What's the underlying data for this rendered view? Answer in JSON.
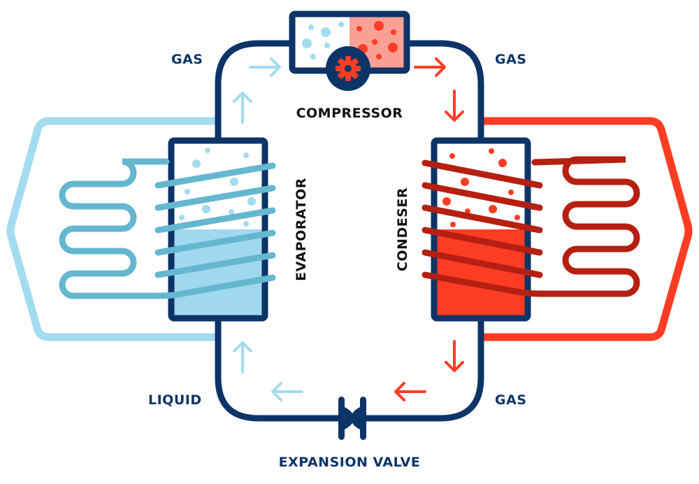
{
  "title": "Refrigeration / Heat Pump Cycle",
  "colors": {
    "navy": "#0d3467",
    "cold_light": "#a3dbef",
    "cold_coil": "#65b7d0",
    "cold_liquid": "#9fd8ef",
    "cold_bubble": "#a3dbef",
    "hot_outline": "#fd3d23",
    "hot_coil": "#b52012",
    "hot_liquid": "#fd3d23",
    "hot_fill": "#fba095",
    "text_dark": "#111111"
  },
  "labels": {
    "compressor": "COMPRESSOR",
    "evaporator": "EVAPORATOR",
    "condenser": "CONDESER",
    "expansion_valve": "EXPANSION VALVE",
    "gas_top_left": "GAS",
    "gas_top_right": "GAS",
    "gas_bottom_right": "GAS",
    "liquid_bottom_left": "LIQUID"
  },
  "flow_arrows": [
    {
      "id": "top-left-right",
      "direction": "right",
      "side": "cold"
    },
    {
      "id": "left-up-upper",
      "direction": "up",
      "side": "cold"
    },
    {
      "id": "left-up-lower",
      "direction": "up",
      "side": "cold"
    },
    {
      "id": "bottom-left-left",
      "direction": "left",
      "side": "cold"
    },
    {
      "id": "top-right-right",
      "direction": "right",
      "side": "hot"
    },
    {
      "id": "right-down-upper",
      "direction": "down",
      "side": "hot"
    },
    {
      "id": "right-down-lower",
      "direction": "down",
      "side": "hot"
    },
    {
      "id": "bottom-right-left",
      "direction": "left",
      "side": "hot"
    }
  ],
  "evaporator_liquid_level": 0.55,
  "condenser_liquid_level": 0.55
}
